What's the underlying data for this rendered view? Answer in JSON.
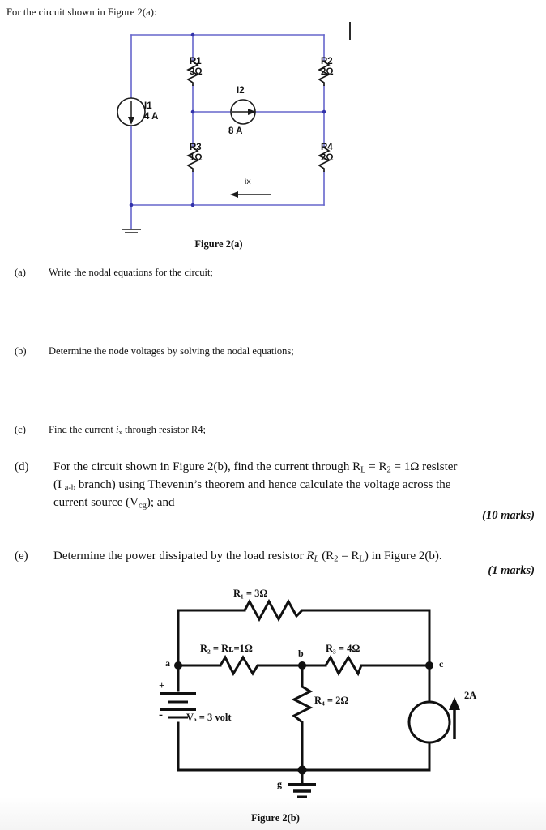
{
  "document": {
    "intro": "For the circuit shown in Figure 2(a):",
    "figure_a_caption": "Figure 2(a)",
    "figure_b_caption": "Figure 2(b)"
  },
  "questions": [
    {
      "marker": "(a)",
      "text": "Write the nodal equations for the circuit;"
    },
    {
      "marker": "(b)",
      "text": "Determine the node voltages by solving the nodal equations;"
    },
    {
      "marker": "(c)",
      "text_before": "Find the current ",
      "symbol": "i",
      "symbol_sub": "x",
      "text_after": " through resistor R4;"
    },
    {
      "marker": "(d)",
      "line1_a": "For the circuit shown in Figure 2(b), find the current through R",
      "line1_sub1": "L",
      "line1_b": " = R",
      "line1_sub2": "2",
      "line1_c": " = 1Ω resister",
      "line2_a": "(I ",
      "line2_sub": "a-b",
      "line2_b": " branch) using Thevenin’s theorem and hence calculate the voltage across the",
      "line3_a": "current source (V",
      "line3_sub": "cg",
      "line3_b": "); and",
      "marks": "(10 marks)"
    },
    {
      "marker": "(e)",
      "line1_a": "Determine the power dissipated by the load resistor ",
      "line1_italic": "R",
      "line1_italic_sub": "L",
      "line1_b": " (R",
      "line1_sub2": "2",
      "line1_c": " = R",
      "line1_sub3": "L",
      "line1_d": ") in Figure 2(b).",
      "marks": "(1 marks)"
    }
  ],
  "figure_a": {
    "wire_color": "#6666cc",
    "ink_color": "#1a1a1a",
    "components": [
      {
        "id": "R1",
        "name": "R1",
        "value": "3Ω"
      },
      {
        "id": "R2",
        "name": "R2",
        "value": "2Ω"
      },
      {
        "id": "R3",
        "name": "R3",
        "value": "1Ω"
      },
      {
        "id": "R4",
        "name": "R4",
        "value": "2Ω"
      },
      {
        "id": "I1",
        "name": "I1",
        "value": "4 A"
      },
      {
        "id": "I2",
        "name": "I2",
        "value": "8 A"
      }
    ],
    "current_label": "ix",
    "ground": "ground"
  },
  "figure_b": {
    "ink_color": "#101010",
    "labels": {
      "r1": "R₁ = 3Ω",
      "r2": "R₂ = Rʟ=1Ω",
      "r3": "R₃ = 4Ω",
      "r4": "R₄ = 2Ω",
      "source": "Vₐ = 3 volt",
      "current": "2A",
      "plus": "+",
      "minus": "-",
      "node_a": "a",
      "node_b": "b",
      "node_c": "c",
      "node_g": "g"
    }
  }
}
